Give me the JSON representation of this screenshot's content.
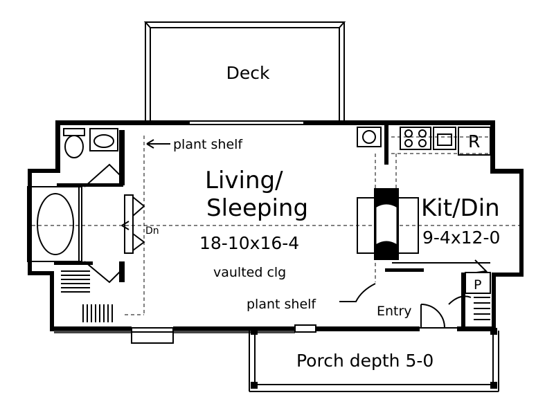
{
  "labels": {
    "deck": "Deck",
    "plant_shelf_top": "plant shelf",
    "living_line1": "Living/",
    "living_line2": "Sleeping",
    "living_dims": "18-10x16-4",
    "vaulted": "vaulted clg",
    "down": "Dn",
    "kit_din": "Kit/Din",
    "kit_dims": "9-4x12-0",
    "refrigerator": "R",
    "pantry": "P",
    "plant_shelf_bottom": "plant shelf",
    "entry": "Entry",
    "porch": "Porch depth 5-0"
  },
  "colors": {
    "ink": "#000000",
    "paper": "#ffffff"
  }
}
